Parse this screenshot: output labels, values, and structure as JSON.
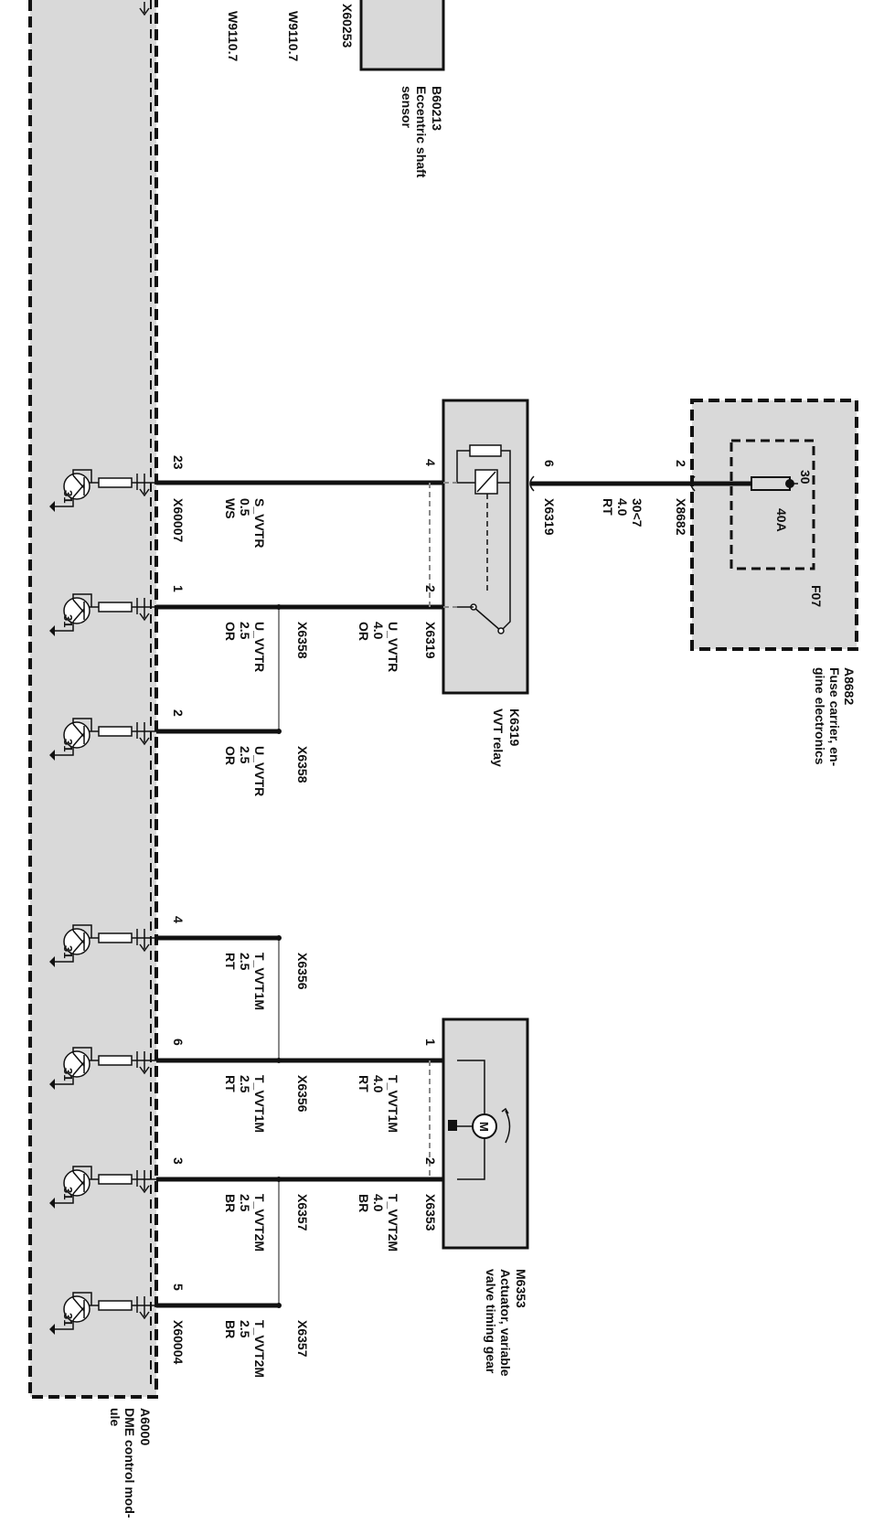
{
  "connectors": {
    "x60253": "X60253",
    "w9110_a": "W9110.7",
    "w9110_b": "W9110.7"
  },
  "components": {
    "b60213": {
      "id": "B60213",
      "line1": "Eccentric shaft",
      "line2": "sensor"
    },
    "a8682": {
      "id": "A8682",
      "line1": "Fuse carrier, en-",
      "line2": "gine electronics",
      "fuse": "F07",
      "rating": "40A",
      "terminal": "30"
    },
    "k6319": {
      "id": "K6319",
      "name": "VVT relay"
    },
    "m6353": {
      "id": "M6353",
      "line1": "Actuator, variable",
      "line2": "valve timing gear",
      "motor": "M"
    },
    "a6000": {
      "id": "A6000",
      "line1": "DME control mod-",
      "line2": "ule"
    }
  },
  "wires": [
    {
      "pin_top": "2",
      "conn_top": "X8682",
      "sig": "30<7",
      "size": "4.0",
      "color": "RT"
    },
    {
      "pin_top": "6",
      "conn_top": "X6319"
    },
    {
      "pin_top": "4",
      "pin_bottom": "23",
      "conn_bottom": "X60007",
      "sig": "S_VVTR",
      "size": "0.5",
      "color": "WS"
    },
    {
      "pin_top": "2",
      "conn_top": "X6319",
      "sig": "U_VVTR",
      "size": "4.0",
      "color": "OR"
    },
    {
      "pin_bottom": "1",
      "conn_mid": "X6358",
      "sig": "U_VVTR",
      "size": "2.5",
      "color": "OR"
    },
    {
      "pin_bottom": "2",
      "conn_mid": "X6358",
      "sig": "U_VVTR",
      "size": "2.5",
      "color": "OR"
    },
    {
      "pin_bottom": "4",
      "conn_mid": "X6356",
      "sig": "T_VVT1M",
      "size": "2.5",
      "color": "RT"
    },
    {
      "pin_top": "1",
      "sig": "T_VVT1M",
      "size": "4.0",
      "color": "RT"
    },
    {
      "pin_bottom": "6",
      "conn_mid": "X6356",
      "sig": "T_VVT1M",
      "size": "2.5",
      "color": "RT"
    },
    {
      "pin_top": "2",
      "conn_top": "X6353",
      "sig": "T_VVT2M",
      "size": "4.0",
      "color": "BR"
    },
    {
      "pin_bottom": "3",
      "conn_mid": "X6357",
      "sig": "T_VVT2M",
      "size": "2.5",
      "color": "BR"
    },
    {
      "pin_bottom": "5",
      "conn_mid": "X6357",
      "conn_bottom": "X60004",
      "sig": "T_VVT2M",
      "size": "2.5",
      "color": "BR"
    }
  ],
  "ground": "31"
}
